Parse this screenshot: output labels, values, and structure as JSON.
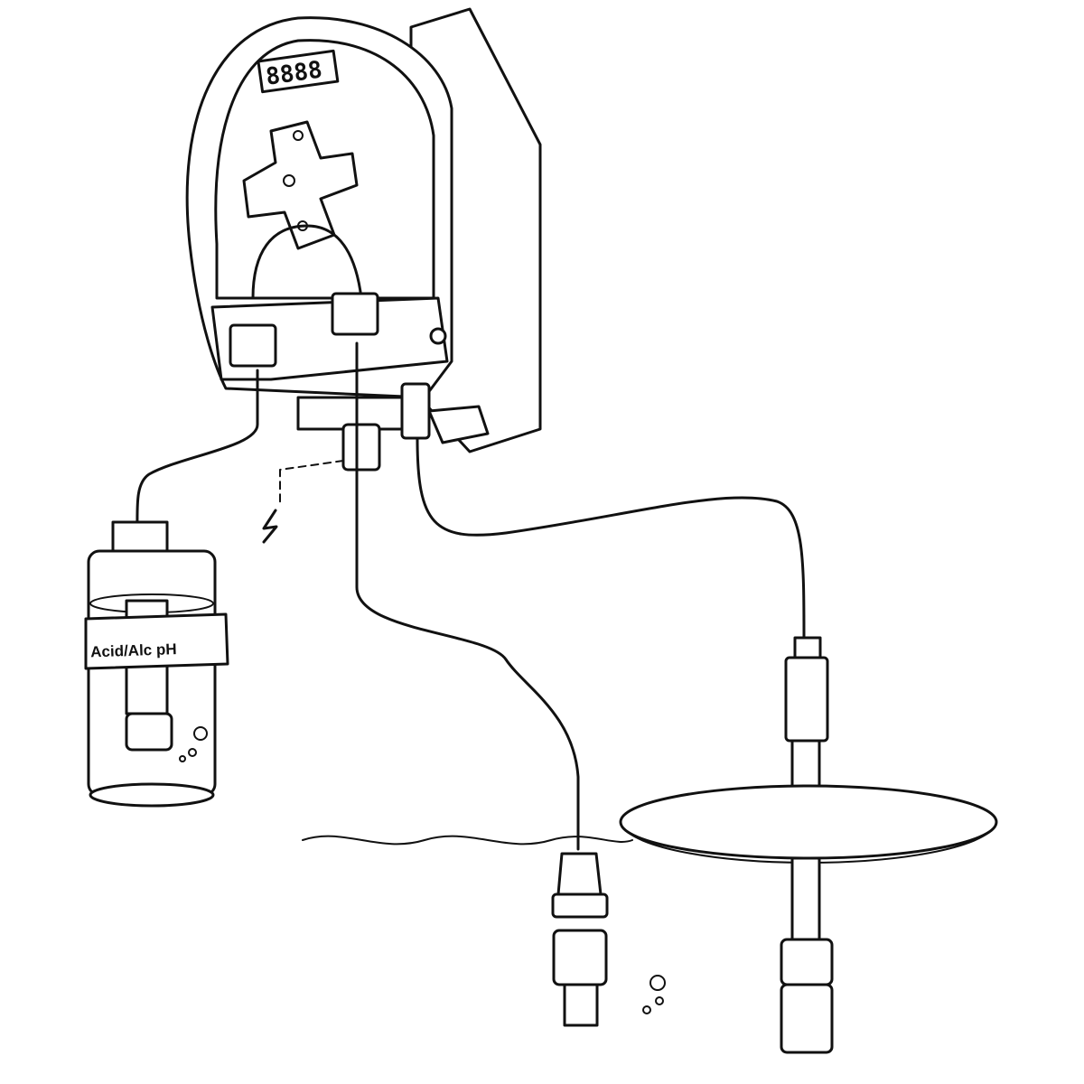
{
  "diagram": {
    "type": "installation-illustration",
    "pump": {
      "display_text": "8888"
    },
    "container": {
      "label": "Acid/Alc pH"
    },
    "components": [
      "peristaltic-pump",
      "chemical-container",
      "suction-line",
      "injection-line",
      "probe-cable",
      "power-cable",
      "injection-valve",
      "ph-probe",
      "probe-holder",
      "water-surface"
    ]
  }
}
